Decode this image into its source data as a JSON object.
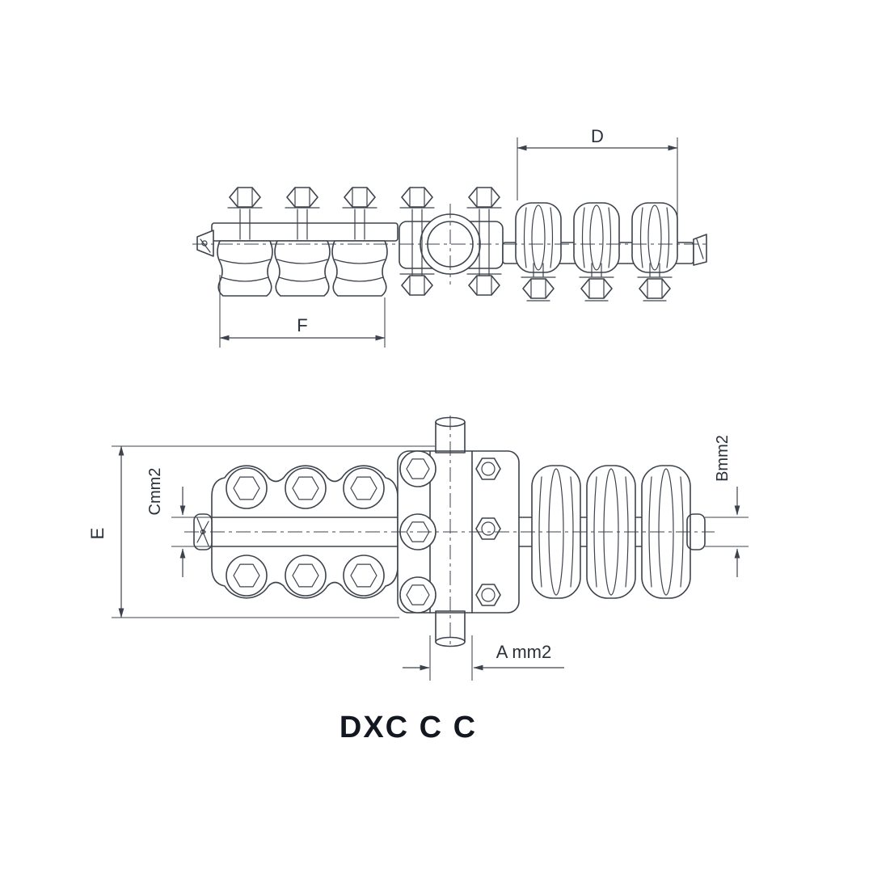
{
  "part_label": "DXC C C",
  "dimension_labels": {
    "d": "D",
    "f": "F",
    "e": "E",
    "c": "Cmm2",
    "b": "Bmm2",
    "a": "A mm2"
  },
  "colors": {
    "line": "#3d434c",
    "text": "#2a303a",
    "title": "#131720",
    "background": "#ffffff"
  }
}
